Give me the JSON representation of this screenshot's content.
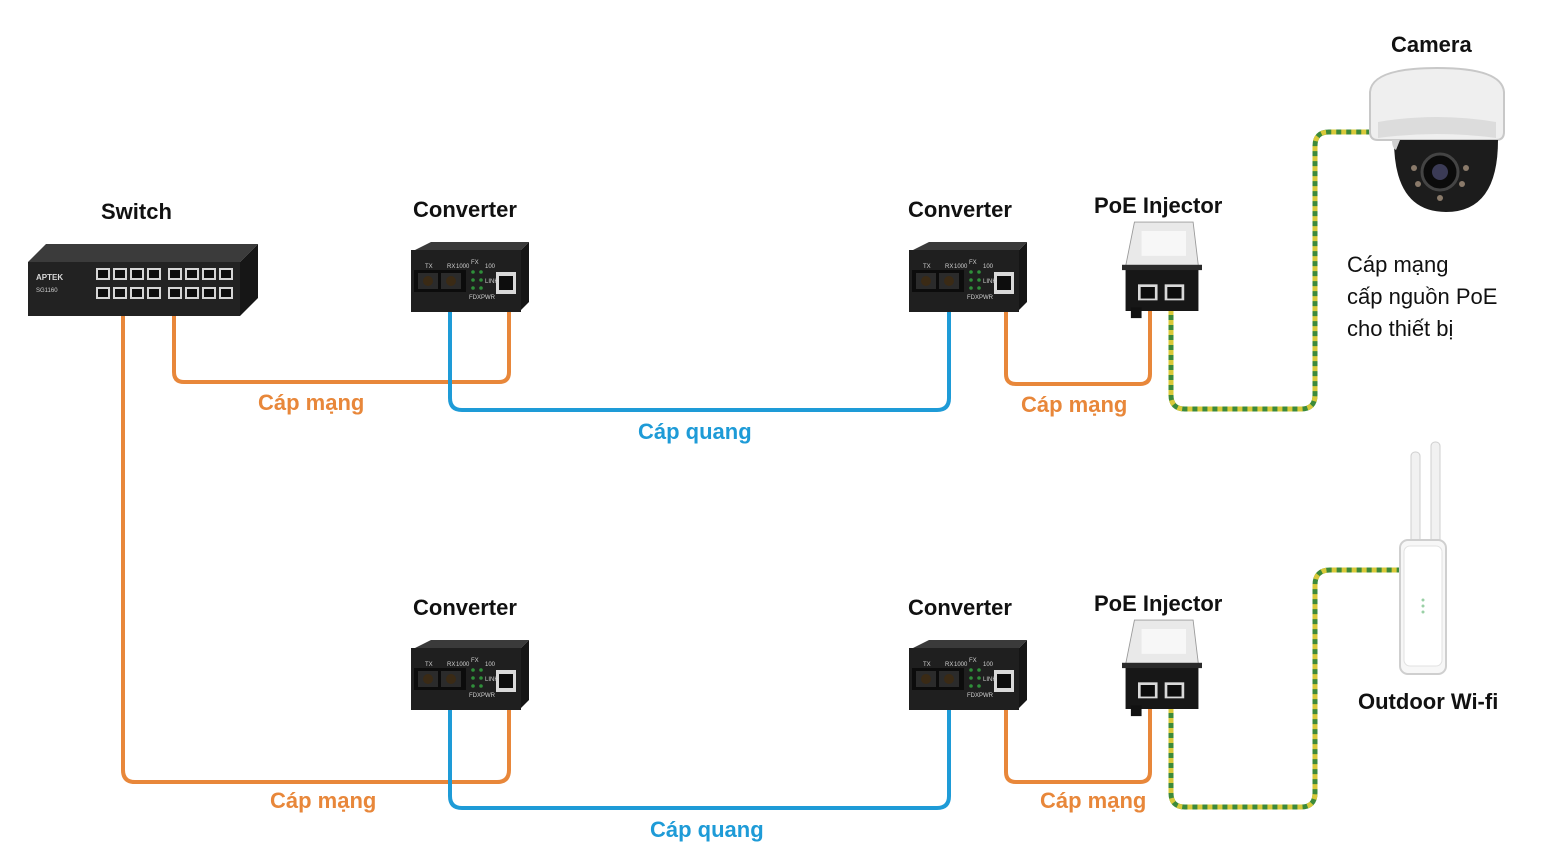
{
  "colors": {
    "network_cable": "#E8873A",
    "fiber_cable": "#1E9BD7",
    "poe_cable_green": "#3C8A3A",
    "poe_cable_yellow": "#D9C93A",
    "device_body": "#1f1f1f"
  },
  "labels": {
    "switch": "Switch",
    "converter_top_left": "Converter",
    "converter_top_right": "Converter",
    "converter_bottom_left": "Converter",
    "converter_bottom_right": "Converter",
    "poe_injector_top": "PoE Injector",
    "poe_injector_bottom": "PoE Injector",
    "camera": "Camera",
    "outdoor_wifi": "Outdoor Wi-fi"
  },
  "cables": {
    "network_top_left": "Cáp mạng",
    "fiber_top": "Cáp quang",
    "network_top_right": "Cáp mạng",
    "network_bottom_left": "Cáp mạng",
    "fiber_bottom": "Cáp quang",
    "network_bottom_right": "Cáp mạng"
  },
  "poe_note": {
    "line1": "Cáp mạng",
    "line2": "cấp nguồn PoE",
    "line3": "cho thiết bị"
  },
  "device_text": {
    "switch_brand": "APTEK",
    "switch_model": "SG1160",
    "converter_tx": "TX",
    "converter_rx": "RX",
    "led_1000": "1000",
    "led_100": "100",
    "led_fx": "FX",
    "led_link": "LINK",
    "led_fdx": "FDX",
    "led_pwr": "PWR"
  },
  "icons": {
    "switch": "network-switch-icon",
    "converter": "media-converter-icon",
    "poe": "poe-injector-icon",
    "camera": "dome-camera-icon",
    "wifi": "outdoor-access-point-icon"
  }
}
